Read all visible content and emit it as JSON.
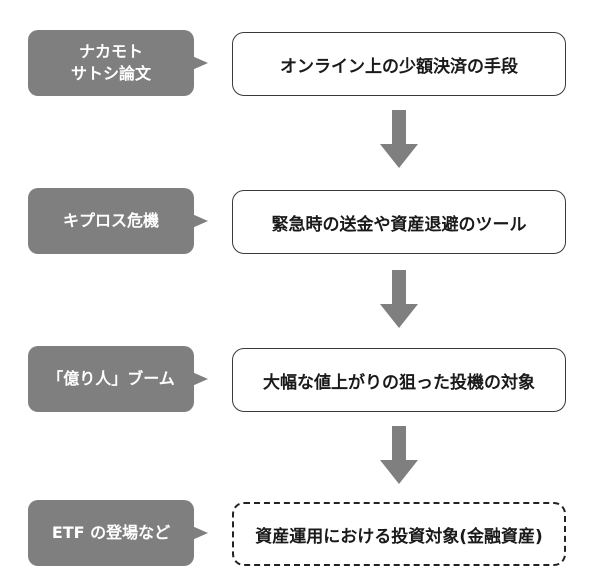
{
  "stages": [
    {
      "label": "ナカモト\nサトシ論文",
      "description": "オンライン上の少額決済の手段"
    },
    {
      "label": "キプロス危機",
      "description": "緊急時の送金や資産退避のツール"
    },
    {
      "label": "「億り人」ブーム",
      "description": "大幅な値上がりの狙った投機の対象"
    },
    {
      "label": "ETF の登場など",
      "description": "資産運用における投資対象(金融資産)"
    }
  ],
  "colors": {
    "label_bg": "#7f7f80",
    "arrow": "#7f7f80",
    "border": "#3a3a3a"
  }
}
